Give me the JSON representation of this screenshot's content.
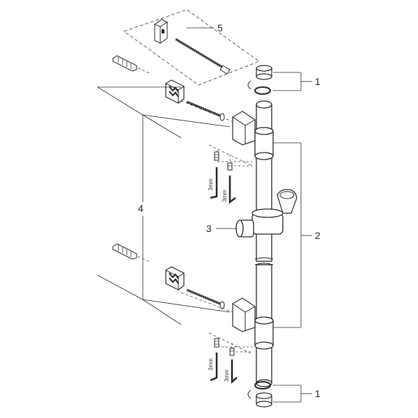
{
  "callouts": {
    "c1_top": "1",
    "c1_bottom": "1",
    "c2": "2",
    "c3": "3",
    "c4": "4",
    "c5": "5"
  },
  "tool_labels": {
    "allen_key_1": "3mm",
    "allen_key_2": "3mm",
    "allen_key_3": "3mm",
    "allen_key_4": "3mm"
  }
}
